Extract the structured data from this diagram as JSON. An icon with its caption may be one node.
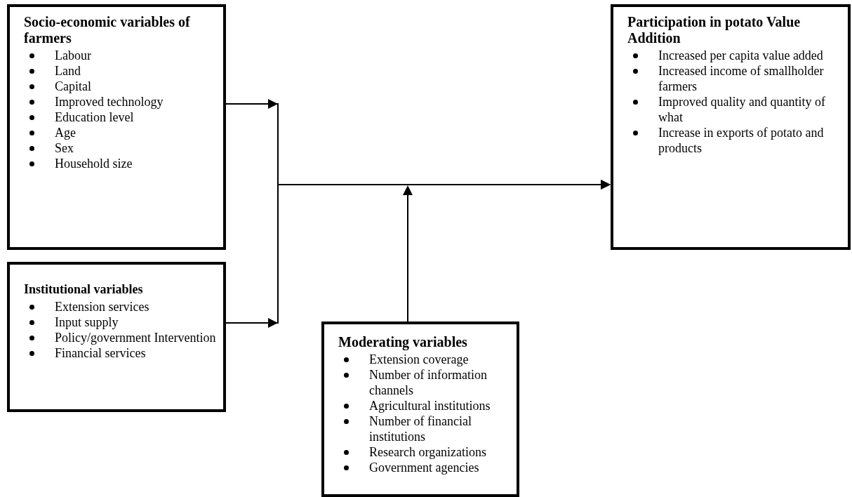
{
  "diagram": {
    "nodes": [
      {
        "text": [
          "Socio-economic variables of farmers",
          "Labour",
          "Land",
          "Capital",
          "Improved technology",
          "Education level",
          "Age",
          "Sex",
          "Household size"
        ]
      },
      {
        "text": [
          "Institutional variables",
          "Extension services",
          "Input supply",
          "Policy/government Intervention",
          "Financial services"
        ]
      },
      {
        "text": [
          "Moderating variables",
          "Extension coverage",
          "Number of information channels",
          "Agricultural institutions",
          "Number of financial institutions",
          "Research organizations",
          "Government agencies"
        ]
      },
      {
        "text": [
          "Participation in potato Value Addition",
          "Increased per capita value added",
          "Increased income of smallholder farmers",
          "Improved quality and quantity of what",
          "Increase in exports of potato and products"
        ]
      }
    ],
    "edges": [
      {
        "from": 0,
        "to": 3,
        "arrow": "to"
      },
      {
        "from": 1,
        "to": 3,
        "arrow": "to"
      },
      {
        "from": 2,
        "to": null,
        "arrow": "to"
      }
    ]
  }
}
